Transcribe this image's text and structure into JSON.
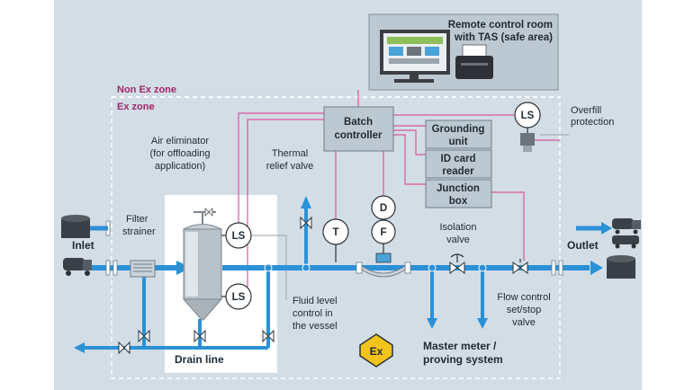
{
  "colors": {
    "background": "#d2dde6",
    "pipe": "#2b91d6",
    "signal_line": "#d9569b",
    "zone_label": "#a0276a",
    "box_fill": "#bcc9d3",
    "ex_symbol": "#f2c31b"
  },
  "remote_room": {
    "line1": "Remote control room",
    "line2": "with TAS (safe area)"
  },
  "zones": {
    "non_ex": "Non Ex zone",
    "ex": "Ex zone"
  },
  "boxes": {
    "batch_controller": [
      "Batch",
      "controller"
    ],
    "grounding_unit": [
      "Grounding",
      "unit"
    ],
    "id_card_reader": [
      "ID card",
      "reader"
    ],
    "junction_box": [
      "Junction",
      "box"
    ]
  },
  "instruments": {
    "ls_top": "LS",
    "ls_vessel_top": "LS",
    "ls_vessel_bottom": "LS",
    "temperature": "T",
    "density": "D",
    "flow": "F"
  },
  "labels": {
    "overfill": [
      "Overfill",
      "protection"
    ],
    "air_eliminator": [
      "Air eliminator",
      "(for offloading",
      "application)"
    ],
    "thermal_relief": [
      "Thermal",
      "relief valve"
    ],
    "filter_strainer": [
      "Filter",
      "strainer"
    ],
    "inlet": "Inlet",
    "outlet": "Outlet",
    "isolation_valve": [
      "Isolation",
      "valve"
    ],
    "fluid_level": [
      "Fluid level",
      "control in",
      "the vessel"
    ],
    "flow_control": [
      "Flow control",
      "set/stop",
      "valve"
    ],
    "drain_line": "Drain line",
    "master_meter": [
      "Master meter /",
      "proving system"
    ],
    "ex_symbol": "Ex"
  },
  "icons": [
    "truck-icon",
    "tank-icon",
    "railcar-icon",
    "computer-icon",
    "printer-icon",
    "filter-icon",
    "valve-icon",
    "flowmeter-icon",
    "vessel-icon",
    "ex-symbol-icon"
  ]
}
